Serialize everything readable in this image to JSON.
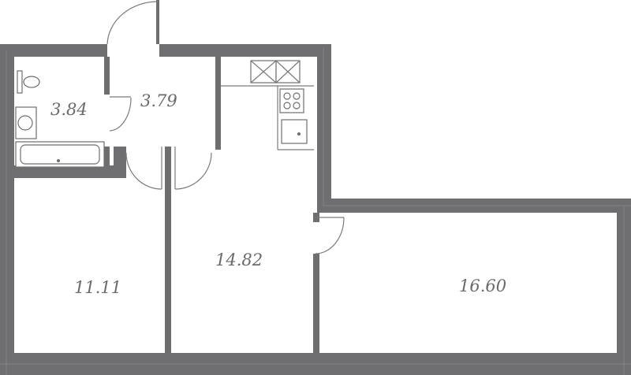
{
  "rooms": [
    {
      "id": "bathroom",
      "area": "3.84"
    },
    {
      "id": "hallway",
      "area": "3.79"
    },
    {
      "id": "bedroom",
      "area": "11.11"
    },
    {
      "id": "kitchen-living",
      "area": "14.82"
    },
    {
      "id": "room",
      "area": "16.60"
    }
  ],
  "colors": {
    "wall": "#6e6e70",
    "text": "#6a6a6c",
    "background": "#ffffff"
  }
}
